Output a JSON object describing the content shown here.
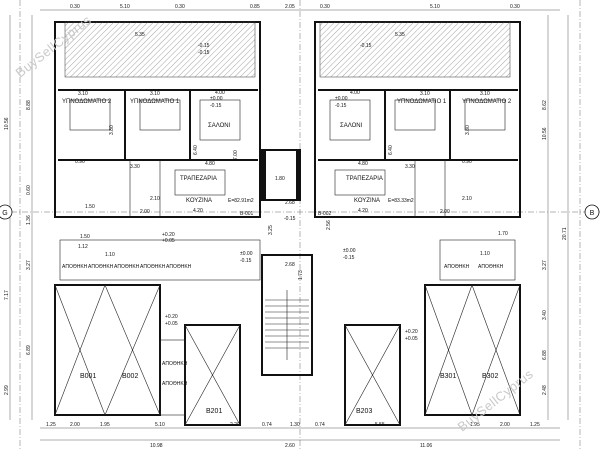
{
  "watermarks": [
    "BuySellCyprus",
    "BuySellCyprus"
  ],
  "grid_markers": {
    "left": "G",
    "right": "B"
  },
  "top_dims": [
    "0.30",
    "5.10",
    "0.30",
    "0.85",
    "2.05",
    "0.30",
    "5.10",
    "0.30"
  ],
  "top_dims_2": [
    "5.35",
    "5.35"
  ],
  "bottom_dims": [
    "1.25",
    "2.00",
    "1.95",
    "5.10",
    "2.20",
    "0.74",
    "1.30",
    "0.74",
    "5.55",
    "1.95",
    "2.00",
    "1.25"
  ],
  "bottom_totals": [
    "10.98",
    "2.60",
    "11.06"
  ],
  "left_dims": [
    "10.56",
    "8.88",
    "0.60",
    "1.36",
    "3.27",
    "7.17",
    "6.89",
    "2.99"
  ],
  "right_dims": [
    "10.56",
    "8.62",
    "20.71",
    "3.27",
    "6.88",
    "3.40",
    "2.48"
  ],
  "rooms": {
    "bedroom_2": "ΥΠΝΟΔΩΜΑΤΙΟ 2",
    "bedroom_1": "ΥΠΝΟΔΩΜΑΤΙΟ 1",
    "living": "ΣΑΛΟΝΙ",
    "dining": "ΤΡΑΠΕΖΑΡΙΑ",
    "kitchen": "ΚΟΥΖΙΝΑ",
    "storage": "ΑΠΟΘΗΚΗ"
  },
  "levels": {
    "a": "+0.05",
    "b": "-0.15",
    "c": "±0.00",
    "d": "+0.20",
    "e": "+0.05"
  },
  "areas": {
    "left": "E=82.91m2",
    "right": "E=83.33m2"
  },
  "units": {
    "b001": "B001",
    "b002": "B002",
    "b201": "B201",
    "b203": "B203",
    "b301": "B301",
    "b302": "B302",
    "bs01": "B-001",
    "bs02": "B-002"
  },
  "room_dims": {
    "bed_w": "3.10",
    "bed_h": "3.80",
    "liv_w": "4.00",
    "liv_h": "6.40",
    "din_w": "4.80",
    "kit_w": "4.20",
    "wc_w": "3.30",
    "hall": "0.90",
    "core_w": "1.80",
    "core_h": "2.68",
    "stair": "1.73",
    "lift": "1.70",
    "b7": "7.00",
    "b150": "1.50",
    "b200": "2.00",
    "b210": "2.10",
    "b112": "1.12",
    "b110": "1.10",
    "b325": "3.25",
    "b256": "2.56"
  }
}
